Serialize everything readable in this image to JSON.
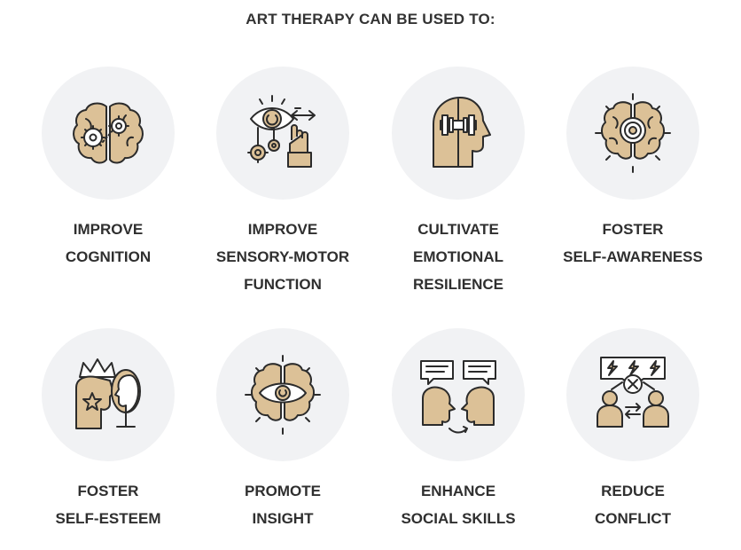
{
  "heading": "ART THERAPY CAN BE USED TO:",
  "colors": {
    "accent": "#dcc197",
    "circle_bg": "#f1f2f4",
    "ink": "#2b2b2b"
  },
  "cards": [
    {
      "icon": "brain-gears-icon",
      "lines": [
        "IMPROVE",
        "COGNITION"
      ]
    },
    {
      "icon": "eye-hand-gears-icon",
      "lines": [
        "IMPROVE",
        "SENSORY-MOTOR",
        "FUNCTION"
      ]
    },
    {
      "icon": "head-dumbbell-icon",
      "lines": [
        "CULTIVATE",
        "EMOTIONAL",
        "RESILIENCE"
      ]
    },
    {
      "icon": "brain-target-icon",
      "lines": [
        "FOSTER",
        "SELF-AWARENESS"
      ]
    },
    {
      "icon": "crown-mirror-icon",
      "lines": [
        "FOSTER",
        "SELF-ESTEEM"
      ]
    },
    {
      "icon": "brain-eye-icon",
      "lines": [
        "PROMOTE",
        "INSIGHT"
      ]
    },
    {
      "icon": "speech-heads-icon",
      "lines": [
        "ENHANCE",
        "SOCIAL SKILLS"
      ]
    },
    {
      "icon": "conflict-people-icon",
      "lines": [
        "REDUCE",
        "CONFLICT"
      ]
    }
  ]
}
